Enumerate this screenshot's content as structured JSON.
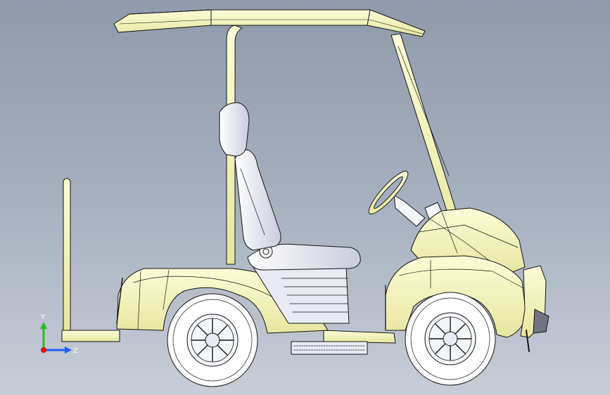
{
  "viewport": {
    "model_name": "",
    "background_top": "#8f9aab",
    "background_bottom": "#c8cdd6"
  },
  "model": {
    "subject": "golf-cart",
    "body_color": "#fafac8",
    "edge_color": "#141414",
    "seat_color": "#f4f6fa",
    "tire_color": "#ffffff"
  },
  "triad": {
    "y_label": "Y",
    "z_label": "Z",
    "y_color": "#2eb82e",
    "z_color": "#1e5cff",
    "x_color": "#e01010"
  }
}
